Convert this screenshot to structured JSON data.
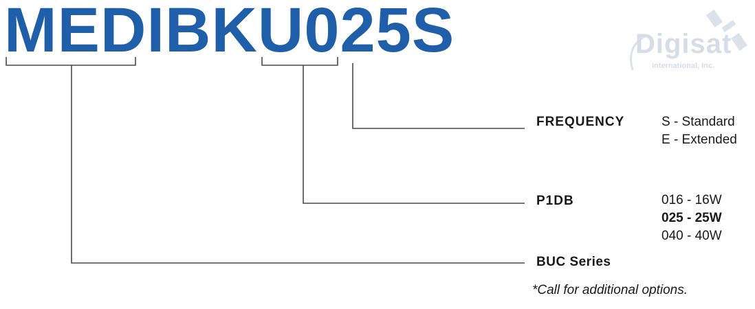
{
  "model_code": "MEDIBKU025S",
  "logo": {
    "name": "Digisat",
    "tagline": "International, Inc."
  },
  "fields": [
    {
      "label": "FREQUENCY",
      "options": [
        {
          "text": "S - Standard",
          "bold": false
        },
        {
          "text": "E - Extended",
          "bold": false
        }
      ]
    },
    {
      "label": "P1DB",
      "options": [
        {
          "text": "016 - 16W",
          "bold": false
        },
        {
          "text": "025 - 25W",
          "bold": true
        },
        {
          "text": "040 - 40W",
          "bold": false
        }
      ]
    },
    {
      "label": "BUC Series",
      "options": []
    }
  ],
  "note": "*Call for additional options.",
  "colors": {
    "model": "#1f5ea8",
    "lines": "#4a4a4a",
    "logo": "#d6dde6"
  }
}
